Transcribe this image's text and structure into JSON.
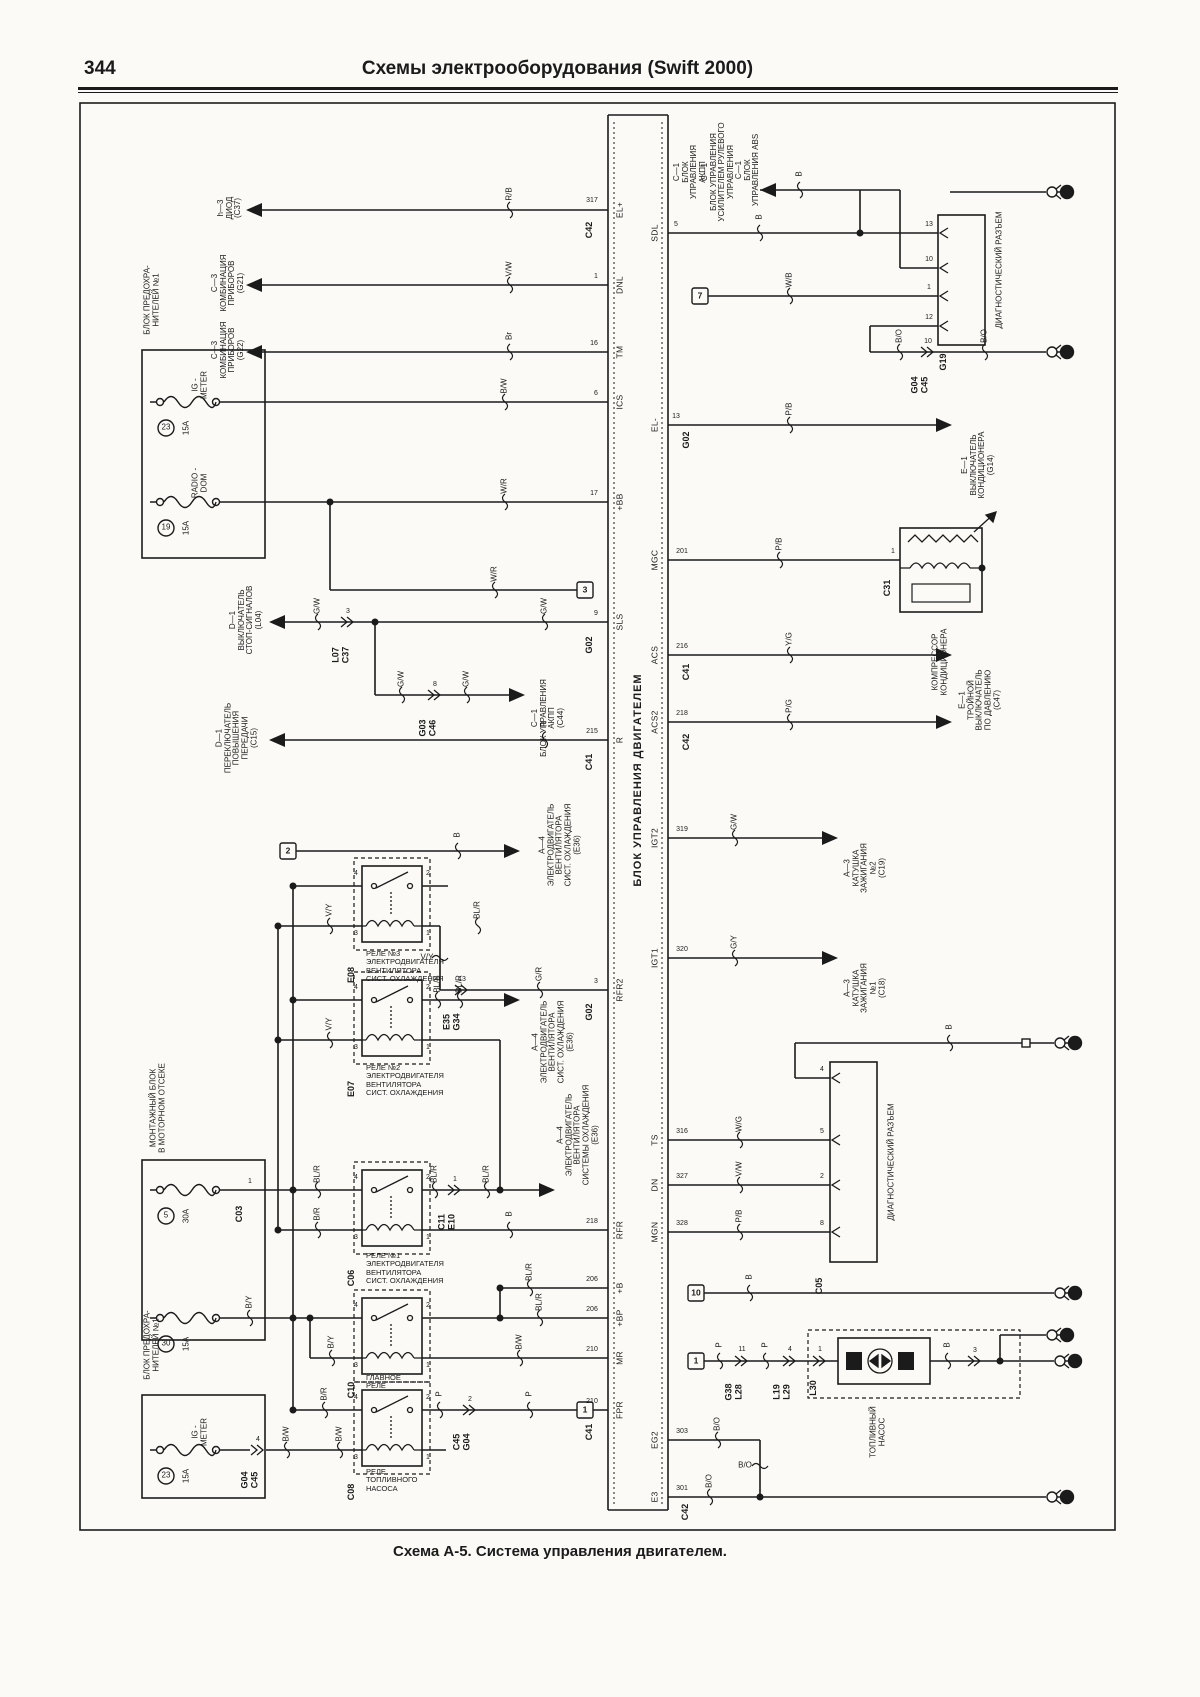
{
  "page": {
    "number": "344",
    "title": "Схемы электрооборудования (Swift 2000)",
    "caption": "Схема А-5. Система управления двигателем."
  },
  "ecu": {
    "label": "БЛОК УПРАВЛЕНИЯ ДВИГАТЕЛЕМ"
  },
  "texts": [
    [
      "БЛОК УПРАВЛЕНИЯ ДВИГАТЕЛЕМ",
      639,
      780,
      "e"
    ],
    [
      "h—3\nДИОД\n(C37)",
      230,
      208,
      "c"
    ],
    [
      "C—3\nКОМБИНАЦИЯ\nПРИБОРОВ\n(G21)",
      228,
      283,
      "c"
    ],
    [
      "C—3\nКОМБИНАЦИЯ\nПРИБОРОВ\n(G22)",
      228,
      350,
      "c"
    ],
    [
      "D—1\nВЫКЛЮЧАТЕЛЬ\nСТОП-СИГНАЛОВ\n(L04)",
      246,
      620,
      "c"
    ],
    [
      "C—1\nБЛОК УПРАВЛЕНИЯ\nАКПП\n(C44)",
      548,
      718,
      "c"
    ],
    [
      "D—1\nПЕРЕКЛЮЧАТЕЛЬ\nПОВЫШЕНИЯ\nПЕРЕДАЧИ\n(C15)",
      237,
      738,
      "c"
    ],
    [
      "A—4\nЭЛЕКТРОДВИГАТЕЛЬ\nВЕНТИЛЯТОРА\nСИСТ. ОХЛАЖДЕНИЯ\n(E36)",
      560,
      845,
      "c"
    ],
    [
      "A—4\nЭЛЕКТРОДВИГАТЕЛЬ\nВЕНТИЛЯТОРА\nСИСТ. ОХЛАЖДЕНИЯ\n(E36)",
      553,
      1042,
      "c"
    ],
    [
      "A—4\nЭЛЕКТРОДВИГАТЕЛЬ\nВЕНТИЛЯТОРА\nСИСТЕМЫ ОХЛАЖДЕНИЯ\n(E36)",
      578,
      1135,
      "c"
    ],
    [
      "C—1\nБЛОК\nУПРАВЛЕНИЯ\nАКПП",
      690,
      172,
      "c"
    ],
    [
      "C—1\nБЛОК УПРАВЛЕНИЯ\nУСИЛИТЕЛЕМ РУЛЕВОГО\nУПРАВЛЕНИЯ",
      718,
      172,
      "c"
    ],
    [
      "C—1\nБЛОК\nУПРАВЛЕНИЯ ABS",
      748,
      170,
      "c"
    ],
    [
      "E—1\nВЫКЛЮЧАТЕЛЬ\nКОНДИЦИОНЕРА\n(G14)",
      978,
      465,
      "c"
    ],
    [
      "E—1\nТРОЙНОЙ\nВЫКЛЮЧАТЕЛЬ\nПО ДАВЛЕНИЮ\n(C47)",
      980,
      700,
      "c"
    ],
    [
      "A—3\nКАТУШКА\nЗАЖИГАНИЯ\n№2\n(C19)",
      865,
      868,
      "c"
    ],
    [
      "A—3\nКАТУШКА\nЗАЖИГАНИЯ\n№1\n(C18)",
      865,
      988,
      "c"
    ],
    [
      "КОМПРЕССОР\nКОНДИЦИОНЕРА",
      940,
      662,
      "c"
    ],
    [
      "ТОПЛИВНЫЙ\nНАСОС",
      878,
      1432,
      "c"
    ],
    [
      "ДИАГНОСТИЧЕСКИЙ РАЗЪЕМ",
      1000,
      270,
      "c"
    ],
    [
      "ДИАГНОСТИЧЕСКИЙ РАЗЪЕМ",
      892,
      1162,
      "c"
    ],
    [
      "БЛОК ПРЕДОХРА-\nНИТЕЛЕЙ №1",
      152,
      300,
      "c"
    ],
    [
      "МОНТАЖНЫЙ БЛОК\nВ МОТОРНОМ ОТСЕКЕ",
      158,
      1108,
      "c"
    ],
    [
      "БЛОК ПРЕДОХРА-\nНИТЕЛЕЙ №1",
      152,
      1345,
      "c"
    ],
    [
      "IG -\nMETER",
      200,
      385,
      "f"
    ],
    [
      "RADIO -\nDOM",
      200,
      483,
      "f"
    ],
    [
      "IG -\nMETER",
      200,
      1432,
      "f"
    ],
    [
      "15A",
      187,
      428,
      "a"
    ],
    [
      "15A",
      187,
      528,
      "a"
    ],
    [
      "30A",
      187,
      1216,
      "a"
    ],
    [
      "15A",
      187,
      1344,
      "a"
    ],
    [
      "15A",
      187,
      1476,
      "a"
    ],
    [
      "23",
      166,
      428,
      "num"
    ],
    [
      "19",
      166,
      528,
      "num"
    ],
    [
      "5",
      166,
      1216,
      "num"
    ],
    [
      "30",
      166,
      1344,
      "num"
    ],
    [
      "23",
      166,
      1476,
      "num"
    ],
    [
      "R/B",
      510,
      210,
      "w"
    ],
    [
      "V/W",
      510,
      285,
      "w"
    ],
    [
      "Br",
      510,
      352,
      "w"
    ],
    [
      "B/W",
      505,
      402,
      "w"
    ],
    [
      "W/R",
      505,
      502,
      "w"
    ],
    [
      "W/R",
      495,
      590,
      "w"
    ],
    [
      "G/W",
      318,
      622,
      "w"
    ],
    [
      "G/W",
      545,
      622,
      "w"
    ],
    [
      "G/W",
      402,
      695,
      "w"
    ],
    [
      "G/W",
      467,
      695,
      "w"
    ],
    [
      "R",
      545,
      740,
      "w"
    ],
    [
      "B",
      458,
      851,
      "w"
    ],
    [
      "V/Y",
      330,
      926,
      "w"
    ],
    [
      "BL/R",
      478,
      926,
      "w"
    ],
    [
      "G/R",
      540,
      990,
      "w"
    ],
    [
      "BL/B",
      438,
      1000,
      "w"
    ],
    [
      "BL/R",
      460,
      1000,
      "w"
    ],
    [
      "V/Y",
      330,
      1040,
      "w"
    ],
    [
      "BL/R",
      318,
      1190,
      "w"
    ],
    [
      "BL/R",
      435,
      1190,
      "w"
    ],
    [
      "BL/R",
      487,
      1190,
      "w"
    ],
    [
      "B/R",
      318,
      1230,
      "w"
    ],
    [
      "B",
      510,
      1230,
      "w"
    ],
    [
      "B/Y",
      250,
      1318,
      "w"
    ],
    [
      "BL/R",
      530,
      1288,
      "w"
    ],
    [
      "BL/R",
      540,
      1318,
      "w"
    ],
    [
      "B/Y",
      332,
      1358,
      "w"
    ],
    [
      "B/W",
      520,
      1358,
      "w"
    ],
    [
      "B/R",
      325,
      1410,
      "w"
    ],
    [
      "P",
      440,
      1410,
      "w"
    ],
    [
      "P",
      530,
      1410,
      "w"
    ],
    [
      "B/W",
      287,
      1450,
      "w"
    ],
    [
      "B/W",
      340,
      1450,
      "w"
    ],
    [
      "B",
      760,
      233,
      "w"
    ],
    [
      "B",
      800,
      190,
      "w"
    ],
    [
      "W/B",
      790,
      296,
      "w"
    ],
    [
      "B/O",
      900,
      352,
      "w"
    ],
    [
      "B/O",
      985,
      352,
      "w"
    ],
    [
      "P/B",
      790,
      425,
      "w"
    ],
    [
      "P/B",
      780,
      560,
      "w"
    ],
    [
      "Y/G",
      790,
      655,
      "w"
    ],
    [
      "P/G",
      790,
      722,
      "w"
    ],
    [
      "G/W",
      735,
      838,
      "w"
    ],
    [
      "G/Y",
      735,
      958,
      "w"
    ],
    [
      "B",
      950,
      1043,
      "w"
    ],
    [
      "W/G",
      740,
      1140,
      "w"
    ],
    [
      "V/W",
      740,
      1185,
      "w"
    ],
    [
      "P/B",
      740,
      1232,
      "w"
    ],
    [
      "B",
      750,
      1293,
      "w"
    ],
    [
      "P",
      720,
      1361,
      "w"
    ],
    [
      "P",
      766,
      1361,
      "w"
    ],
    [
      "B",
      948,
      1361,
      "w"
    ],
    [
      "B/O",
      718,
      1440,
      "w"
    ],
    [
      "B/O",
      710,
      1497,
      "w"
    ],
    [
      "V/Y",
      427,
      958,
      "wh"
    ],
    [
      "B/O",
      745,
      1466,
      "wh"
    ],
    [
      "317",
      592,
      201,
      "p"
    ],
    [
      "1",
      596,
      277,
      "p"
    ],
    [
      "16",
      594,
      344,
      "p"
    ],
    [
      "6",
      596,
      394,
      "p"
    ],
    [
      "17",
      594,
      494,
      "p"
    ],
    [
      "9",
      596,
      614,
      "p"
    ],
    [
      "215",
      592,
      732,
      "p"
    ],
    [
      "3",
      596,
      982,
      "p"
    ],
    [
      "218",
      592,
      1222,
      "p"
    ],
    [
      "206",
      592,
      1280,
      "p"
    ],
    [
      "206",
      592,
      1310,
      "p"
    ],
    [
      "210",
      592,
      1350,
      "p"
    ],
    [
      "210",
      592,
      1402,
      "p"
    ],
    [
      "5",
      676,
      225,
      "p"
    ],
    [
      "13",
      676,
      417,
      "p"
    ],
    [
      "201",
      682,
      552,
      "p"
    ],
    [
      "216",
      682,
      647,
      "p"
    ],
    [
      "218",
      682,
      714,
      "p"
    ],
    [
      "319",
      682,
      830,
      "p"
    ],
    [
      "320",
      682,
      950,
      "p"
    ],
    [
      "316",
      682,
      1132,
      "p"
    ],
    [
      "327",
      682,
      1177,
      "p"
    ],
    [
      "328",
      682,
      1224,
      "p"
    ],
    [
      "303",
      682,
      1432,
      "p"
    ],
    [
      "301",
      682,
      1489,
      "p"
    ],
    [
      "4",
      822,
      1070,
      "p"
    ],
    [
      "5",
      822,
      1132,
      "p"
    ],
    [
      "2",
      822,
      1177,
      "p"
    ],
    [
      "8",
      822,
      1224,
      "p"
    ],
    [
      "13",
      929,
      225,
      "p"
    ],
    [
      "10",
      929,
      260,
      "p"
    ],
    [
      "1",
      929,
      288,
      "p"
    ],
    [
      "12",
      929,
      318,
      "p"
    ],
    [
      "3",
      348,
      612,
      "p"
    ],
    [
      "8",
      435,
      685,
      "p"
    ],
    [
      "13",
      462,
      980,
      "p"
    ],
    [
      "1",
      455,
      1180,
      "p"
    ],
    [
      "2",
      470,
      1400,
      "p"
    ],
    [
      "4",
      258,
      1440,
      "p"
    ],
    [
      "10",
      928,
      342,
      "p"
    ],
    [
      "11",
      742,
      1350,
      "p"
    ],
    [
      "4",
      790,
      1350,
      "p"
    ],
    [
      "1",
      820,
      1350,
      "p"
    ],
    [
      "3",
      975,
      1351,
      "p"
    ],
    [
      "1",
      893,
      552,
      "p"
    ],
    [
      "1",
      250,
      1182,
      "p"
    ],
    [
      "4",
      356,
      874,
      "p"
    ],
    [
      "2",
      428,
      874,
      "p"
    ],
    [
      "3",
      356,
      934,
      "p"
    ],
    [
      "1",
      428,
      934,
      "p"
    ],
    [
      "4",
      356,
      988,
      "p"
    ],
    [
      "2",
      428,
      988,
      "p"
    ],
    [
      "3",
      356,
      1048,
      "p"
    ],
    [
      "1",
      428,
      1048,
      "p"
    ],
    [
      "4",
      356,
      1178,
      "p"
    ],
    [
      "2",
      428,
      1178,
      "p"
    ],
    [
      "3",
      356,
      1238,
      "p"
    ],
    [
      "1",
      428,
      1238,
      "p"
    ],
    [
      "4",
      356,
      1306,
      "p"
    ],
    [
      "2",
      428,
      1306,
      "p"
    ],
    [
      "3",
      356,
      1366,
      "p"
    ],
    [
      "1",
      428,
      1366,
      "p"
    ],
    [
      "4",
      356,
      1398,
      "p"
    ],
    [
      "2",
      428,
      1398,
      "p"
    ],
    [
      "3",
      356,
      1458,
      "p"
    ],
    [
      "1",
      428,
      1458,
      "p"
    ],
    [
      "EL+",
      620,
      210,
      "s"
    ],
    [
      "DNL",
      620,
      285,
      "s"
    ],
    [
      "TM",
      620,
      352,
      "s"
    ],
    [
      "ICS",
      620,
      402,
      "s"
    ],
    [
      "+BB",
      620,
      502,
      "s"
    ],
    [
      "SLS",
      620,
      622,
      "s"
    ],
    [
      "R",
      620,
      740,
      "s"
    ],
    [
      "RFR2",
      620,
      990,
      "s"
    ],
    [
      "RFR",
      620,
      1230,
      "s"
    ],
    [
      "+B",
      620,
      1288,
      "s"
    ],
    [
      "+BP",
      620,
      1318,
      "s"
    ],
    [
      "MR",
      620,
      1358,
      "s"
    ],
    [
      "FPR",
      620,
      1410,
      "s"
    ],
    [
      "SDL",
      655,
      233,
      "s"
    ],
    [
      "EL-",
      655,
      425,
      "s"
    ],
    [
      "MGC",
      655,
      560,
      "s"
    ],
    [
      "ACS",
      655,
      655,
      "s"
    ],
    [
      "ACS2",
      655,
      722,
      "s"
    ],
    [
      "IGT2",
      655,
      838,
      "s"
    ],
    [
      "IGT1",
      655,
      958,
      "s"
    ],
    [
      "TS",
      655,
      1140,
      "s"
    ],
    [
      "DN",
      655,
      1185,
      "s"
    ],
    [
      "MGN",
      655,
      1232,
      "s"
    ],
    [
      "EG2",
      655,
      1440,
      "s"
    ],
    [
      "E3",
      655,
      1497,
      "s"
    ],
    [
      "C42",
      590,
      230,
      "n"
    ],
    [
      "G02",
      590,
      645,
      "n"
    ],
    [
      "C41",
      590,
      762,
      "n"
    ],
    [
      "G02",
      590,
      1012,
      "n"
    ],
    [
      "C41",
      590,
      1432,
      "n"
    ],
    [
      "L07\nC37",
      341,
      655,
      "n"
    ],
    [
      "G03\nC46",
      428,
      728,
      "n"
    ],
    [
      "E35\nG34",
      452,
      1022,
      "n"
    ],
    [
      "C11\nE10",
      447,
      1222,
      "n"
    ],
    [
      "C45\nG04",
      462,
      1442,
      "n"
    ],
    [
      "G04\nC45",
      250,
      1480,
      "n"
    ],
    [
      "G38\nL28",
      734,
      1392,
      "n"
    ],
    [
      "L19\nL29",
      782,
      1392,
      "n"
    ],
    [
      "L30",
      814,
      1388,
      "n"
    ],
    [
      "G04\nC45",
      920,
      385,
      "n"
    ],
    [
      "C03",
      240,
      1214,
      "n"
    ],
    [
      "C05",
      820,
      1286,
      "n"
    ],
    [
      "C31",
      888,
      588,
      "n"
    ],
    [
      "G19",
      944,
      362,
      "n"
    ],
    [
      "G02",
      687,
      440,
      "n"
    ],
    [
      "C41",
      687,
      672,
      "n"
    ],
    [
      "C42",
      687,
      742,
      "n"
    ],
    [
      "C42",
      686,
      1512,
      "n"
    ],
    [
      "E08",
      352,
      975,
      "n"
    ],
    [
      "E07",
      352,
      1089,
      "n"
    ],
    [
      "C06",
      352,
      1278,
      "n"
    ],
    [
      "C10",
      352,
      1390,
      "n"
    ],
    [
      "C08",
      352,
      1492,
      "n"
    ],
    [
      "РЕЛЕ №3\nЭЛЕКТРОДВИГАТЕЛЯ\nВЕНТИЛЯТОРА\nСИСТ. ОХЛАЖДЕНИЯ",
      366,
      950,
      "d"
    ],
    [
      "РЕЛЕ №2\nЭЛЕКТРОДВИГАТЕЛЯ\nВЕНТИЛЯТОРА\nСИСТ. ОХЛАЖДЕНИЯ",
      366,
      1064,
      "d"
    ],
    [
      "РЕЛЕ №1\nЭЛЕКТРОДВИГАТЕЛЯ\nВЕНТИЛЯТОРА\nСИСТ. ОХЛАЖДЕНИЯ",
      366,
      1252,
      "d"
    ],
    [
      "ГЛАВНОЕ\nРЕЛЕ",
      366,
      1374,
      "d"
    ],
    [
      "РЕЛЕ\nТОПЛИВНОГО\nНАСОСА",
      366,
      1468,
      "d"
    ],
    [
      "2",
      288,
      851,
      "b"
    ],
    [
      "3",
      585,
      590,
      "b"
    ],
    [
      "7",
      700,
      296,
      "b"
    ],
    [
      "10",
      696,
      1293,
      "b"
    ],
    [
      "1",
      585,
      1410,
      "b"
    ],
    [
      "1",
      696,
      1361,
      "b"
    ]
  ],
  "vsquig": [
    [
      440,
      958
    ],
    [
      760,
      1466
    ]
  ]
}
